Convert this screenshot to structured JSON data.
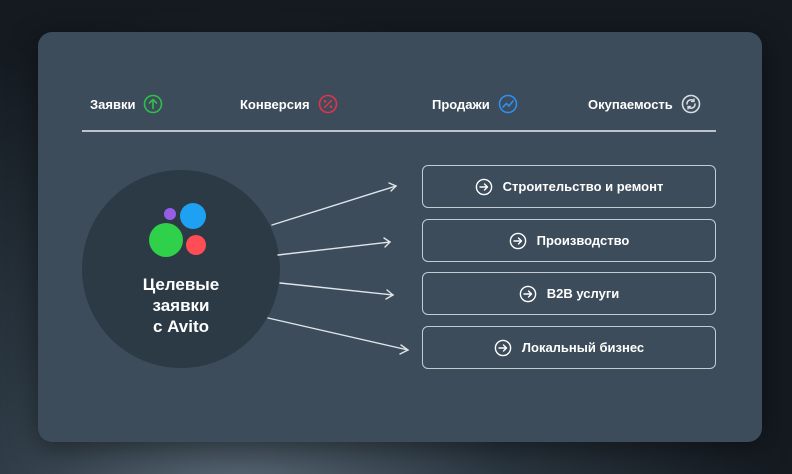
{
  "metrics": [
    {
      "label": "Заявки",
      "icon": "arrow-up-circle-icon",
      "color": "#2fbf4a"
    },
    {
      "label": "Конверсия",
      "icon": "percent-circle-icon",
      "color": "#e0354a"
    },
    {
      "label": "Продажи",
      "icon": "trend-line-circle-icon",
      "color": "#2f8ff0"
    },
    {
      "label": "Окупаемость",
      "icon": "refresh-circle-icon",
      "color": "#d8dde2"
    }
  ],
  "hub": {
    "line1": "Целевые",
    "line2": "заявки",
    "line3": "с Avito",
    "logo_colors": [
      "#965ee6",
      "#1ea1f2",
      "#2fd04a",
      "#ff4d56"
    ]
  },
  "targets": [
    {
      "label": "Строительство и ремонт"
    },
    {
      "label": "Производство"
    },
    {
      "label": "B2B услуги"
    },
    {
      "label": "Локальный бизнес"
    }
  ]
}
